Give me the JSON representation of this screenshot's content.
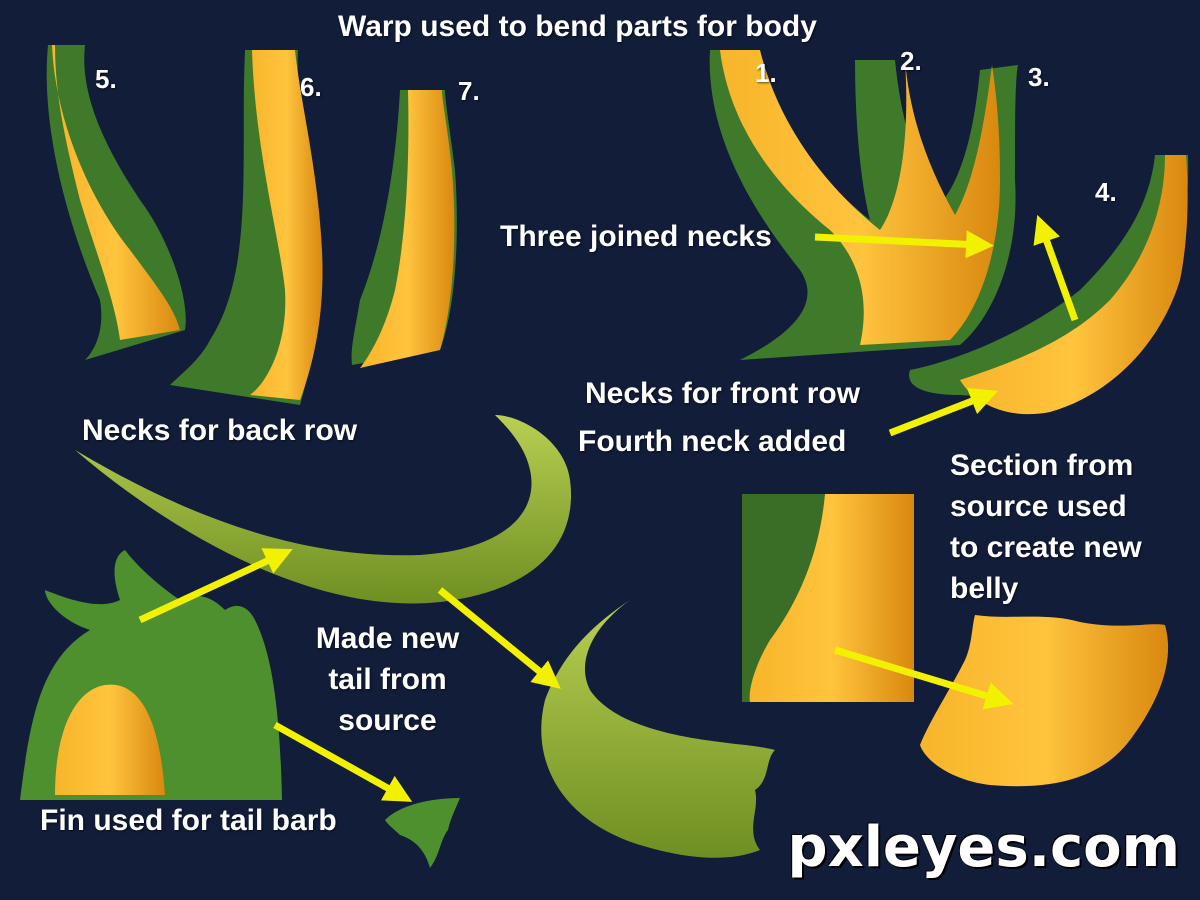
{
  "title": "Warp used to bend parts for body",
  "numbers": {
    "n1": "1.",
    "n2": "2.",
    "n3": "3.",
    "n4": "4.",
    "n5": "5.",
    "n6": "6.",
    "n7": "7."
  },
  "labels": {
    "three_joined_necks": "Three joined necks",
    "necks_back_row": "Necks for back row",
    "necks_front_row": "Necks for front row",
    "fourth_neck_added": "Fourth neck added",
    "section_source": [
      "Section from",
      "source used",
      "to create new",
      "belly"
    ],
    "made_new_tail": [
      "Made new",
      "tail from",
      "source"
    ],
    "fin_tail_barb": "Fin used for tail barb"
  },
  "watermark": "pxleyes.com",
  "colors": {
    "background": "#121d3a",
    "arrow": "#f2f200",
    "neck_green": "#3f7a2a",
    "belly_orange": "#f2a51e",
    "tail_green": "#8fb23a"
  }
}
